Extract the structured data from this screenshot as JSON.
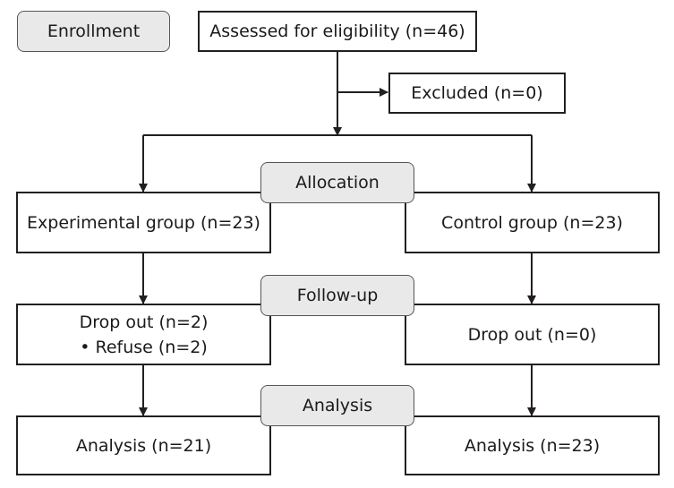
{
  "stages": {
    "enrollment": "Enrollment",
    "allocation": "Allocation",
    "follow_up": "Follow-up",
    "analysis": "Analysis"
  },
  "assessed": "Assessed for eligibility (n=46)",
  "excluded": "Excluded (n=0)",
  "experimental": {
    "group": "Experimental group (n=23)",
    "drop_out": "Drop out (n=2)",
    "drop_out_detail": "• Refuse (n=2)",
    "analysis": "Analysis (n=21)"
  },
  "control": {
    "group": "Control group (n=23)",
    "drop_out": "Drop out (n=0)",
    "analysis": "Analysis (n=23)"
  },
  "colors": {
    "line": "#231f20",
    "stage_fill": "#e9e9e9"
  }
}
